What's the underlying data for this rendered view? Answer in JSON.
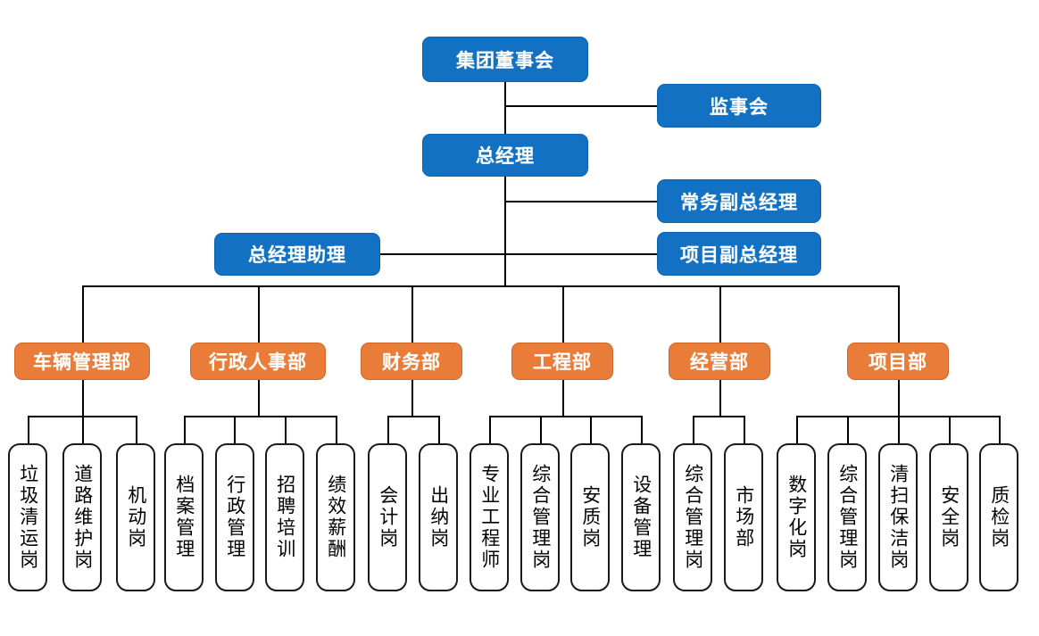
{
  "colors": {
    "blue": "#1271C2",
    "orange": "#E87C38",
    "line": "#000000",
    "leaf_border": "#1A1A1A",
    "background": "#FFFFFF"
  },
  "executive": {
    "board": "集团董事会",
    "supervisory_board": "监事会",
    "general_manager": "总经理",
    "executive_deputy_gm": "常务副总经理",
    "project_deputy_gm": "项目副总经理",
    "gm_assistant": "总经理助理"
  },
  "departments": [
    {
      "name": "车辆管理部",
      "positions": [
        "垃圾清运岗",
        "道路维护岗",
        "机动岗"
      ]
    },
    {
      "name": "行政人事部",
      "positions": [
        "档案管理",
        "行政管理",
        "招聘培训",
        "绩效薪酬"
      ]
    },
    {
      "name": "财务部",
      "positions": [
        "会计岗",
        "出纳岗"
      ]
    },
    {
      "name": "工程部",
      "positions": [
        "专业工程师",
        "综合管理岗",
        "安质岗",
        "设备管理"
      ]
    },
    {
      "name": "经营部",
      "positions": [
        "综合管理岗",
        "市场部"
      ]
    },
    {
      "name": "项目部",
      "positions": [
        "数字化岗",
        "综合管理岗",
        "清扫保洁岗",
        "安全岗",
        "质检岗"
      ]
    }
  ]
}
